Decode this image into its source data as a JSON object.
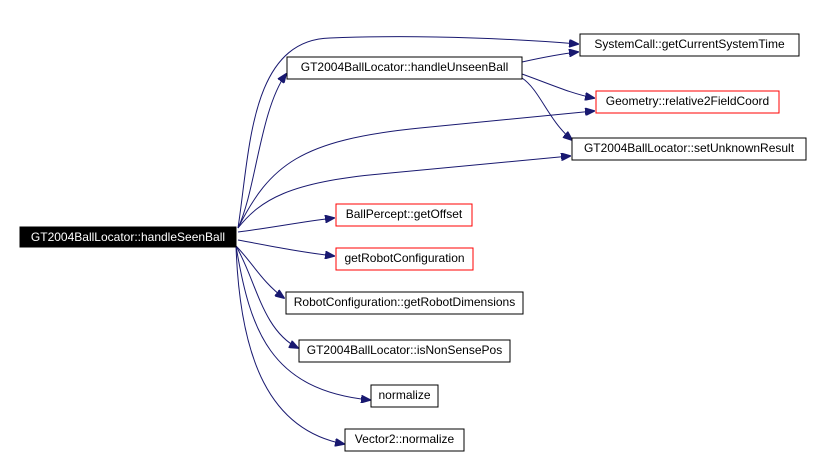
{
  "diagram": {
    "colors": {
      "edge": "#191970",
      "red_border": "#ff0000",
      "root_fill": "#000000",
      "root_text": "#ffffff"
    },
    "nodes": {
      "root": {
        "label": "GT2004BallLocator::handleSeenBall"
      },
      "unseen": {
        "label": "GT2004BallLocator::handleUnseenBall"
      },
      "systime": {
        "label": "SystemCall::getCurrentSystemTime"
      },
      "rel2field": {
        "label": "Geometry::relative2FieldCoord"
      },
      "unknown": {
        "label": "GT2004BallLocator::setUnknownResult"
      },
      "offset": {
        "label": "BallPercept::getOffset"
      },
      "robotcfg": {
        "label": "getRobotConfiguration"
      },
      "dims": {
        "label": "RobotConfiguration::getRobotDimensions"
      },
      "nonsense": {
        "label": "GT2004BallLocator::isNonSensePos"
      },
      "normalize": {
        "label": "normalize"
      },
      "v2norm": {
        "label": "Vector2::normalize"
      }
    }
  }
}
